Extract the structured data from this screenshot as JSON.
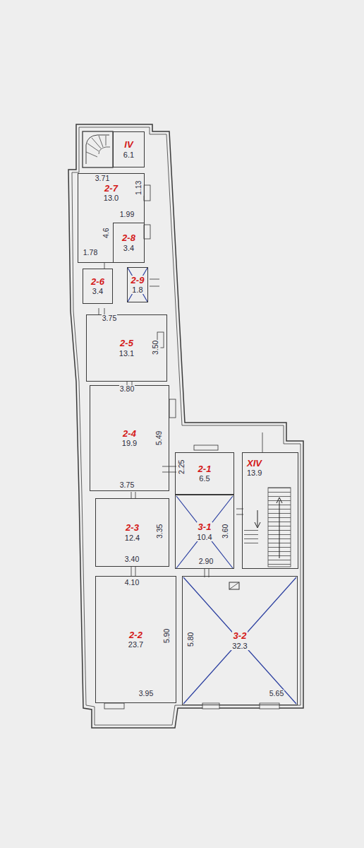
{
  "diagram": {
    "nodes": [
      {
        "text": [
          "IV",
          "6.1"
        ]
      },
      {
        "text": [
          "2-7",
          "13.0"
        ]
      },
      {
        "text": [
          "2-8",
          "3.4"
        ]
      },
      {
        "text": [
          "2-6",
          "3.4"
        ]
      },
      {
        "text": [
          "2-9",
          "1.8"
        ]
      },
      {
        "text": [
          "2-5",
          "13.1"
        ]
      },
      {
        "text": [
          "2-4",
          "19.9"
        ]
      },
      {
        "text": [
          "2-1",
          "6.5"
        ]
      },
      {
        "text": [
          "XIV",
          "13.9"
        ]
      },
      {
        "text": [
          "2-3",
          "12.4"
        ]
      },
      {
        "text": [
          "3-1",
          "10.4"
        ]
      },
      {
        "text": [
          "2-2",
          "23.7"
        ]
      },
      {
        "text": [
          "3-2",
          "32.3"
        ]
      }
    ],
    "labels": [
      "3.71",
      "1.13",
      "1.99",
      "4.6",
      "1.78",
      "3.75",
      "3.50",
      "3.80",
      "5.49",
      "3.75",
      "3.35",
      "3.40",
      "4.10",
      "5.90",
      "3.95",
      "2.25",
      "3.60",
      "2.90",
      "5.80",
      "5.65"
    ]
  }
}
